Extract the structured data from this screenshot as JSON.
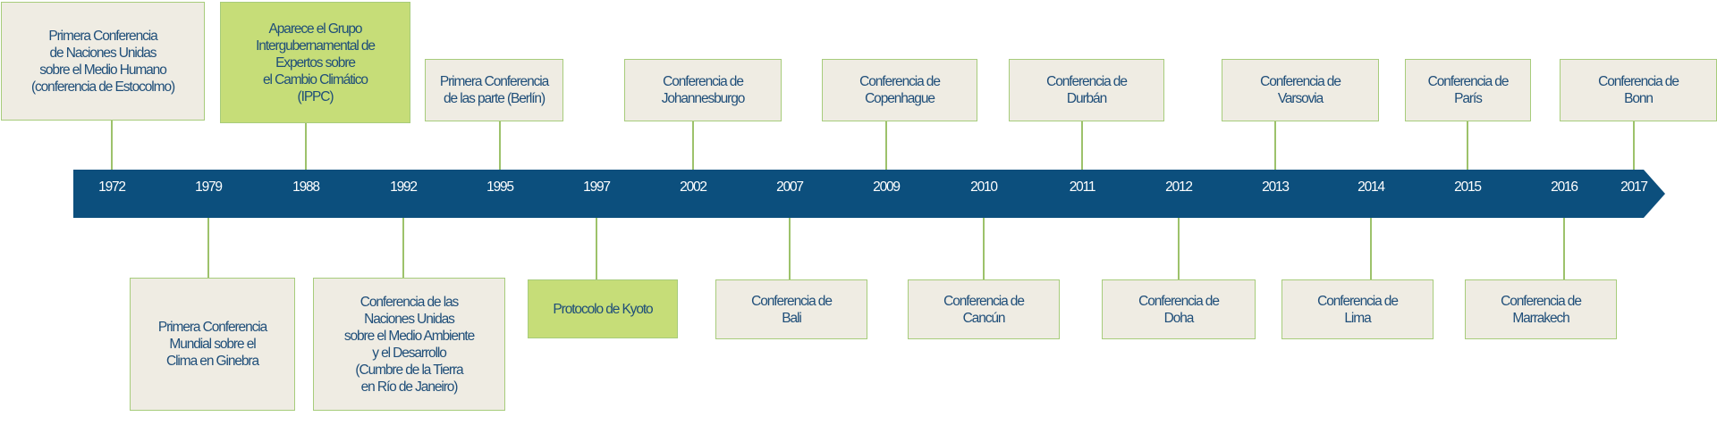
{
  "colors": {
    "band": "#0c4f7d",
    "box_fill": "#efece3",
    "box_border": "#a7cc7b",
    "highlight_fill": "#c6dd78",
    "connector": "#9dc26b",
    "text": "#1f4e79",
    "year_text": "#ffffff"
  },
  "timeline": {
    "years": [
      "1972",
      "1979",
      "1988",
      "1992",
      "1995",
      "1997",
      "2002",
      "2007",
      "2009",
      "2010",
      "2011",
      "2012",
      "2013",
      "2014",
      "2015",
      "2016",
      "2017"
    ],
    "events_above": [
      {
        "year": "1972",
        "text": "Primera Conferencia\nde Naciones Unidas\nsobre el Medio Humano\n(conferencia de Estocolmo)",
        "highlight": false
      },
      {
        "year": "1988",
        "text": "Aparece el Grupo\nIntergubernamental de\nExpertos sobre\nel Cambio Climático\n(IPPC)",
        "highlight": true
      },
      {
        "year": "1995",
        "text": "Primera Conferencia\nde las parte (Berlín)",
        "highlight": false
      },
      {
        "year": "2002",
        "text": "Conferencia de\nJohannesburgo",
        "highlight": false
      },
      {
        "year": "2009",
        "text": "Conferencia de\nCopenhague",
        "highlight": false
      },
      {
        "year": "2011",
        "text": "Conferencia de\nDurbán",
        "highlight": false
      },
      {
        "year": "2013",
        "text": "Conferencia de\nVarsovia",
        "highlight": false
      },
      {
        "year": "2015",
        "text": "Conferencia de\nParís",
        "highlight": false
      },
      {
        "year": "2017",
        "text": "Conferencia de\nBonn",
        "highlight": false
      }
    ],
    "events_below": [
      {
        "year": "1979",
        "text": "Primera Conferencia\nMundial sobre el\nClima en Ginebra",
        "highlight": false
      },
      {
        "year": "1992",
        "text": "Conferencia de las\nNaciones Unidas\nsobre el Medio Ambiente\ny el Desarrollo\n(Cumbre de la Tierra\nen Río de Janeiro)",
        "highlight": false
      },
      {
        "year": "1997",
        "text": "Protocolo de Kyoto",
        "highlight": true
      },
      {
        "year": "2007",
        "text": "Conferencia de\nBali",
        "highlight": false
      },
      {
        "year": "2010",
        "text": "Conferencia de\nCancún",
        "highlight": false
      },
      {
        "year": "2012",
        "text": "Conferencia de\nDoha",
        "highlight": false
      },
      {
        "year": "2014",
        "text": "Conferencia de\nLima",
        "highlight": false
      },
      {
        "year": "2016",
        "text": "Conferencia de\nMarrakech",
        "highlight": false
      }
    ]
  }
}
